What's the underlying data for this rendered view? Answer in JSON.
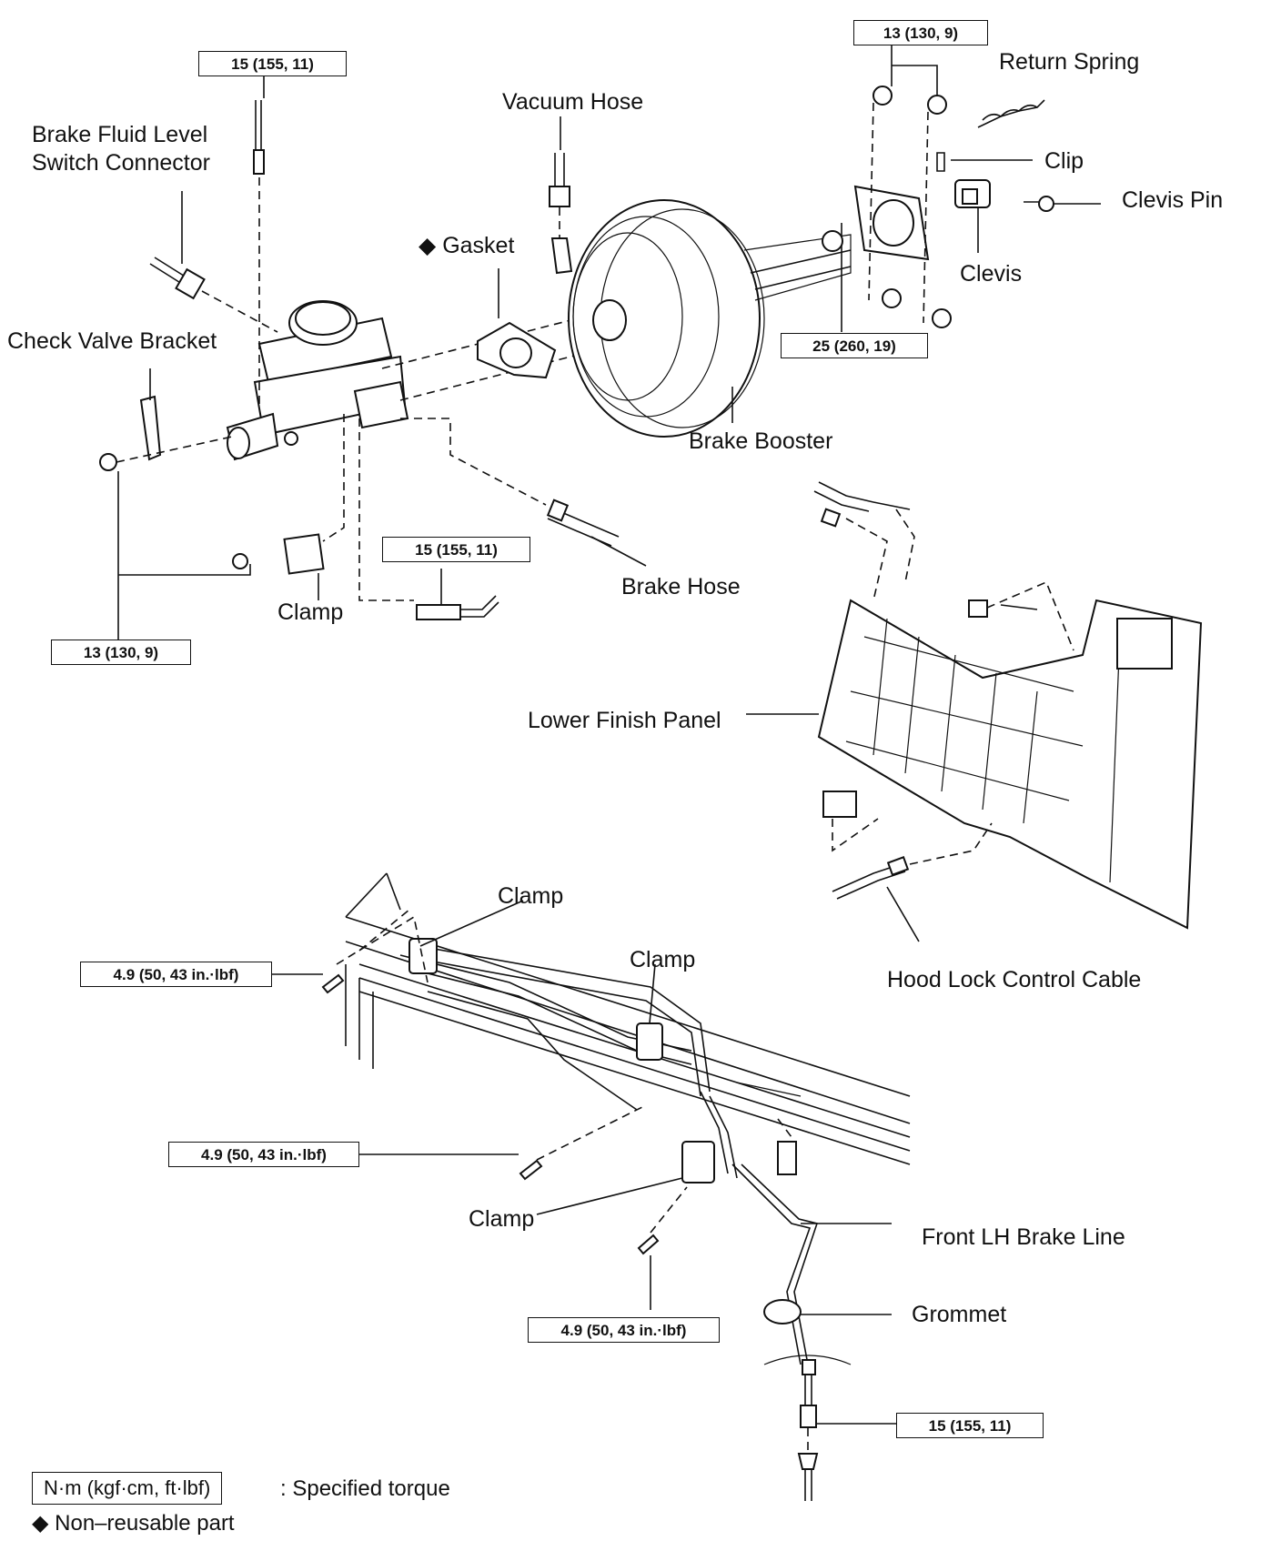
{
  "labels": {
    "brake_fluid_level_switch_connector": "Brake Fluid Level\nSwitch Connector",
    "vacuum_hose": "Vacuum Hose",
    "return_spring": "Return Spring",
    "clip": "Clip",
    "clevis_pin": "Clevis Pin",
    "clevis": "Clevis",
    "gasket": "Gasket",
    "check_valve_bracket": "Check Valve Bracket",
    "brake_booster": "Brake Booster",
    "brake_hose": "Brake Hose",
    "clamp_mc": "Clamp",
    "lower_finish_panel": "Lower Finish Panel",
    "hood_lock_control_cable": "Hood Lock Control Cable",
    "clamp_top": "Clamp",
    "clamp_mid": "Clamp",
    "clamp_low": "Clamp",
    "front_lh_brake_line": "Front LH Brake Line",
    "grommet": "Grommet"
  },
  "torques": {
    "t_brake_line_top": "15 (155, 11)",
    "t_booster_nut": "13 (130, 9)",
    "t_pushrod_nut": "25 (260, 19)",
    "t_master_cyl_nut": "13 (130, 9)",
    "t_brake_hose_union": "15 (155, 11)",
    "t_bolt_1": "4.9 (50, 43 in.·lbf)",
    "t_bolt_2": "4.9 (50, 43 in.·lbf)",
    "t_bolt_3": "4.9 (50, 43 in.·lbf)",
    "t_brake_line_bottom": "15 (155, 11)"
  },
  "legend": {
    "torque_unit": "N·m (kgf·cm, ft·lbf)",
    "torque_desc": ": Specified torque",
    "nonreusable_symbol": "◆",
    "nonreusable_desc": "Non–reusable part",
    "gasket_symbol": "◆"
  }
}
